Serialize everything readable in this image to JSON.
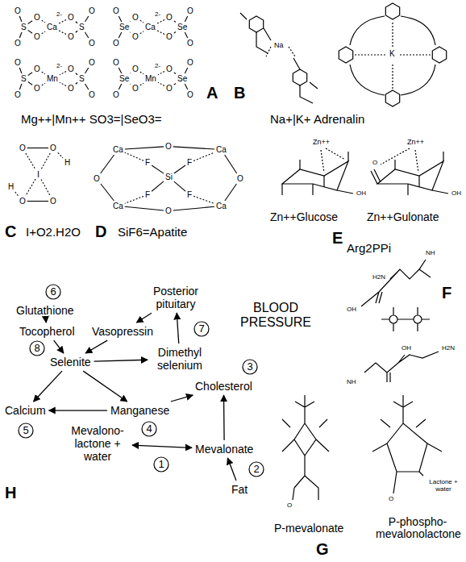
{
  "diagram": {
    "nodes": [
      {
        "text": [
          "Posterior pituitary"
        ]
      },
      {
        "text": [
          "BLOOD PRESSURE"
        ]
      },
      {
        "text": [
          "6"
        ]
      },
      {
        "text": [
          "Glutathione"
        ]
      },
      {
        "text": [
          "Vasopressin"
        ]
      },
      {
        "text": [
          "Tocopherol"
        ]
      },
      {
        "text": [
          "8"
        ]
      },
      {
        "text": [
          "7"
        ]
      },
      {
        "text": [
          "Selenite"
        ]
      },
      {
        "text": [
          "Dimethyl selenium"
        ]
      },
      {
        "text": [
          "3"
        ]
      },
      {
        "text": [
          "Cholesterol"
        ]
      },
      {
        "text": [
          "Calcium"
        ]
      },
      {
        "text": [
          "Manganese"
        ]
      },
      {
        "text": [
          "5"
        ]
      },
      {
        "text": [
          "4"
        ]
      },
      {
        "text": [
          "Mevalono- lactone + water"
        ]
      },
      {
        "text": [
          "1"
        ]
      },
      {
        "text": [
          "Mevalonate"
        ]
      },
      {
        "text": [
          "2"
        ]
      },
      {
        "text": [
          "Fat"
        ]
      }
    ],
    "edges": [
      {
        "from": 3,
        "to": 5,
        "arrow": "to"
      },
      {
        "from": 5,
        "to": 8,
        "arrow": "to"
      },
      {
        "from": 0,
        "to": 4,
        "arrow": "to"
      },
      {
        "from": 4,
        "to": 8,
        "arrow": "to"
      },
      {
        "from": 8,
        "to": 9,
        "arrow": "to"
      },
      {
        "from": 9,
        "to": 0,
        "arrow": "to"
      },
      {
        "from": 8,
        "to": 12,
        "arrow": "to"
      },
      {
        "from": 8,
        "to": 13,
        "arrow": "to"
      },
      {
        "from": 13,
        "to": 12,
        "arrow": "to"
      },
      {
        "from": 13,
        "to": 11,
        "arrow": "to"
      },
      {
        "from": 16,
        "to": 18,
        "arrow": "both"
      },
      {
        "from": 18,
        "to": 11,
        "arrow": "to"
      },
      {
        "from": 20,
        "to": 18,
        "arrow": "to"
      }
    ],
    "labels": [
      "O",
      "O",
      "S",
      "O",
      "O",
      "Ca",
      "2-",
      "O",
      "O",
      "S",
      "O",
      "O",
      "O",
      "O",
      "Se",
      "O",
      "O",
      "Ca",
      "2-",
      "O",
      "O",
      "Se",
      "O",
      "O",
      "O",
      "O",
      "S",
      "O",
      "O",
      "Mn",
      "2-",
      "O",
      "O",
      "S",
      "O",
      "O",
      "O",
      "O",
      "Se",
      "O",
      "O",
      "Mn",
      "2-",
      "O",
      "O",
      "Se",
      "O",
      "O",
      "A",
      "Mg++|Mn++ SO3=|SeO3=",
      "B",
      "Na+|K+ Adrenalin",
      "Na",
      "K",
      "O",
      "O",
      "H",
      "I",
      "H",
      "O",
      "O",
      "C",
      "I+O2.H2O",
      "D",
      "SiF6=Apatite",
      "Si",
      "F",
      "F",
      "F",
      "F",
      "Ca",
      "Ca",
      "Ca",
      "Ca",
      "O",
      "O",
      "O",
      "O",
      "E",
      "Zn++Glucose",
      "Zn++Gulonate",
      "Zn++",
      "Zn++",
      "OH",
      "OH",
      "O",
      "F",
      "Arg2PPi",
      "NH",
      "H2N",
      "OH",
      "H2N",
      "NH",
      "OH",
      "G",
      "P-mevalonate",
      "P-phospho- mevalonolactone",
      "Lactone + water",
      "O",
      "O",
      "H"
    ]
  }
}
